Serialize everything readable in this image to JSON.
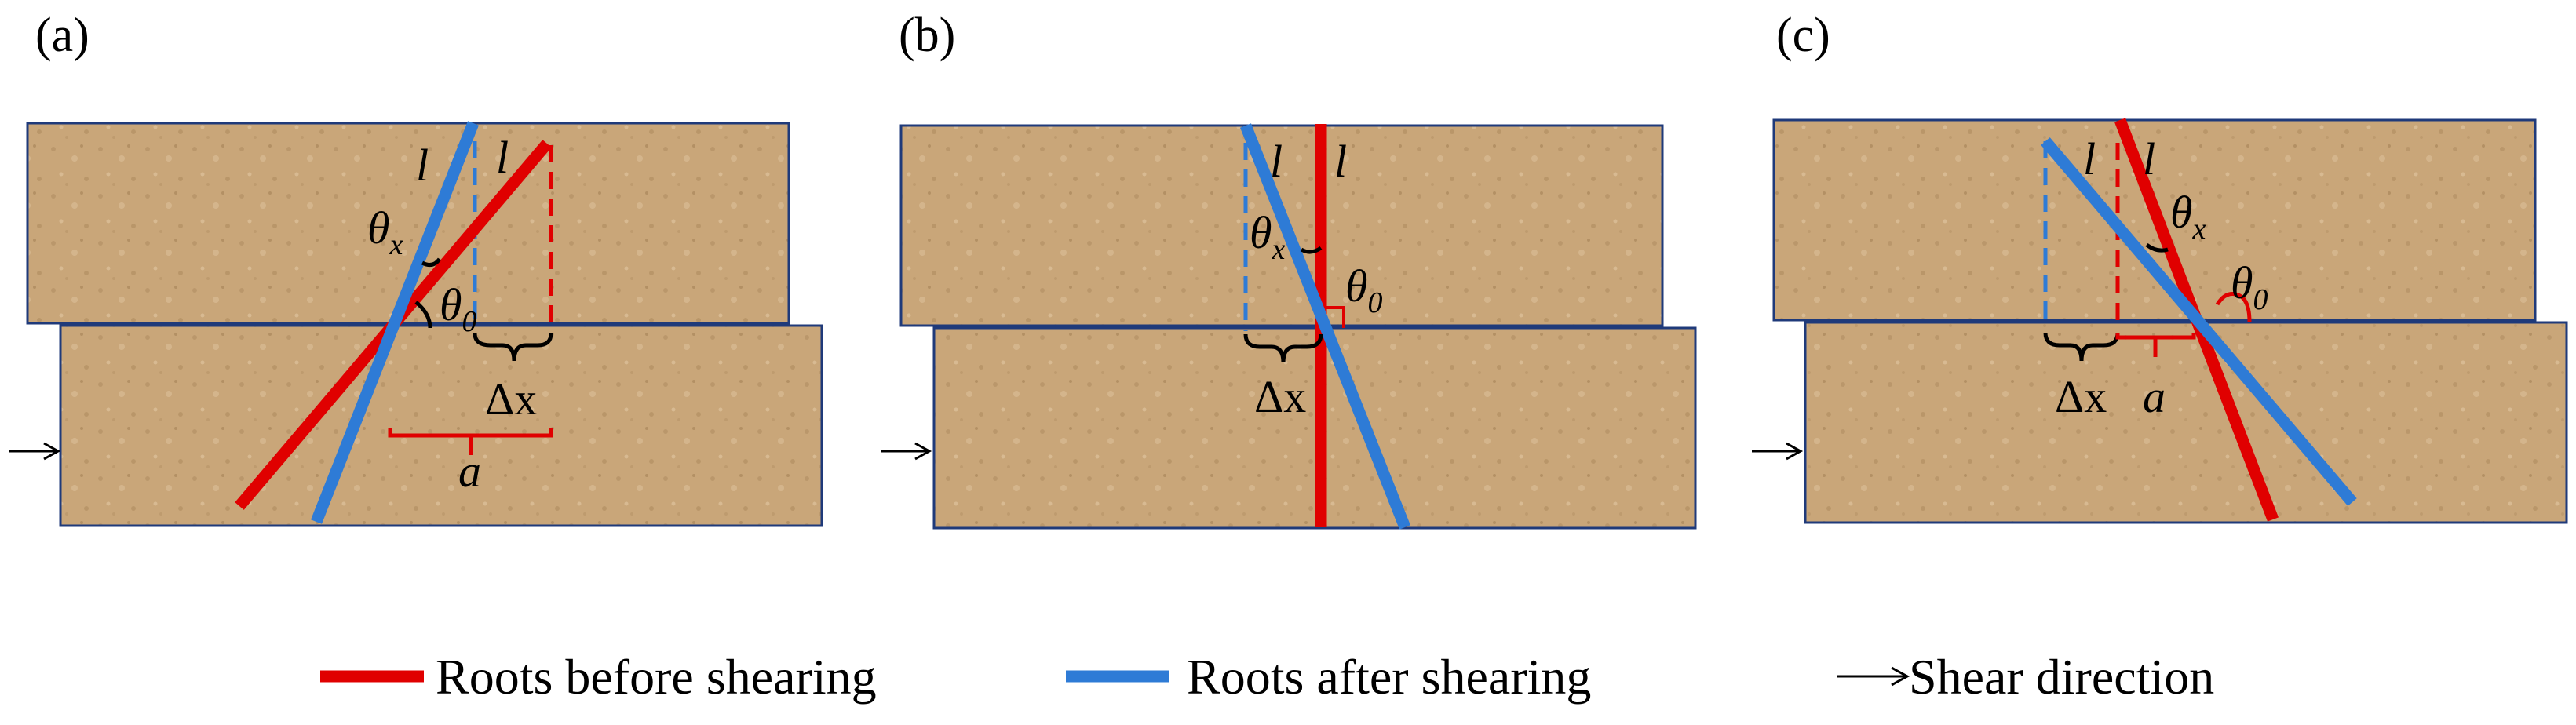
{
  "panels": [
    {
      "id": "a",
      "label": "(a)",
      "l_before": "l",
      "l_after": "l",
      "theta_x": "θ",
      "theta_x_sub": "x",
      "theta_0": "θ",
      "theta_0_sub": "0",
      "delta_x": "Δx",
      "a": "a"
    },
    {
      "id": "b",
      "label": "(b)",
      "l_before": "l",
      "l_after": "l",
      "theta_x": "θ",
      "theta_x_sub": "x",
      "theta_0": "θ",
      "theta_0_sub": "0",
      "delta_x": "Δx"
    },
    {
      "id": "c",
      "label": "(c)",
      "l_before": "l",
      "l_after": "l",
      "theta_x": "θ",
      "theta_x_sub": "x",
      "theta_0": "θ",
      "theta_0_sub": "0",
      "delta_x": "Δx",
      "a": "a"
    }
  ],
  "legend": {
    "before": "Roots before shearing",
    "after": "Roots after shearing",
    "shear": "Shear direction"
  },
  "colors": {
    "root_before": "#e00000",
    "root_after": "#2e7bd6",
    "soil": "#c9a679",
    "soil_border": "#1f3a7a"
  }
}
